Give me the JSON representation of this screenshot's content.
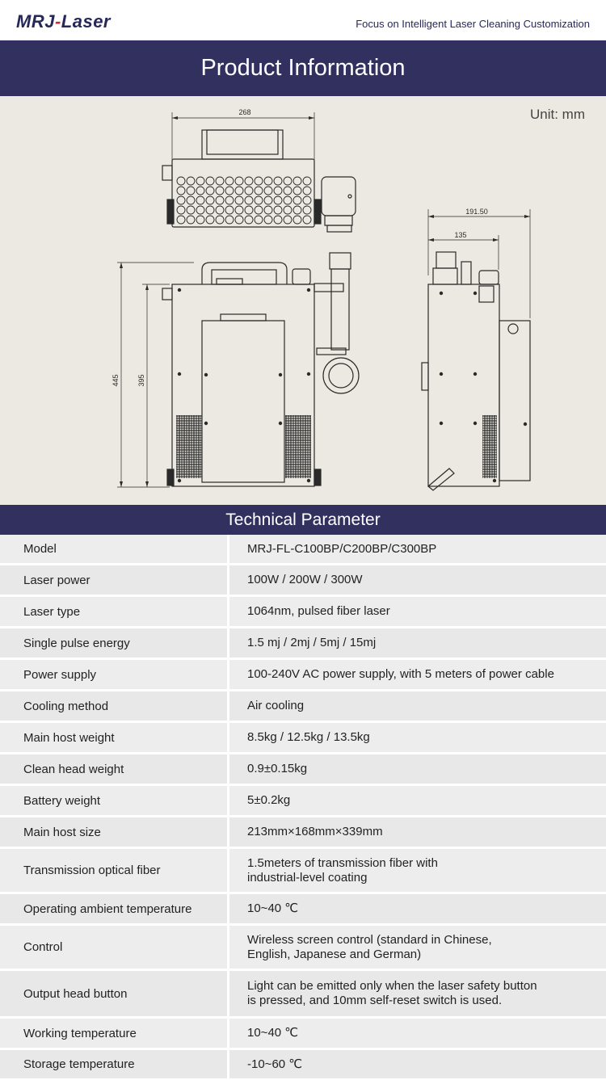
{
  "header": {
    "logo_main": "MRJ",
    "logo_sep": "-",
    "logo_sub": "Laser",
    "tagline": "Focus on Intelligent Laser Cleaning Customization"
  },
  "product_info": {
    "title": "Product Information",
    "unit_label": "Unit: mm",
    "dimensions": {
      "width_top": "268",
      "height_total": "445",
      "height_body": "395",
      "depth_total": "191.50",
      "depth_body": "135"
    }
  },
  "tech": {
    "title": "Technical Parameter",
    "rows": [
      {
        "key": "Model",
        "value": "MRJ-FL-C100BP/C200BP/C300BP"
      },
      {
        "key": "Laser power",
        "value": "100W / 200W / 300W"
      },
      {
        "key": "Laser type",
        "value": "1064nm, pulsed fiber laser"
      },
      {
        "key": "Single pulse energy",
        "value": "1.5 mj / 2mj / 5mj / 15mj"
      },
      {
        "key": "Power supply",
        "value": "100-240V AC power supply, with 5 meters of power cable"
      },
      {
        "key": "Cooling method",
        "value": "Air cooling"
      },
      {
        "key": "Main host weight",
        "value": "8.5kg / 12.5kg / 13.5kg"
      },
      {
        "key": "Clean head weight",
        "value": "0.9±0.15kg"
      },
      {
        "key": "Battery weight",
        "value": "5±0.2kg"
      },
      {
        "key": "Main host size",
        "value": "213mm×168mm×339mm"
      },
      {
        "key": "Transmission optical fiber",
        "value1": "1.5meters of transmission fiber with",
        "value2": "industrial-level coating"
      },
      {
        "key": "Operating ambient temperature",
        "value": "10~40 ℃"
      },
      {
        "key": "Control",
        "value1": "Wireless screen control (standard in Chinese,",
        "value2": "English, Japanese and German)"
      },
      {
        "key": "Output head button",
        "value1": "Light can be emitted only when the laser safety button",
        "value2": "is pressed, and 10mm self-reset switch is used."
      },
      {
        "key": "Working temperature",
        "value": "10~40 ℃"
      },
      {
        "key": "Storage temperature",
        "value": "-10~60 ℃"
      }
    ]
  }
}
